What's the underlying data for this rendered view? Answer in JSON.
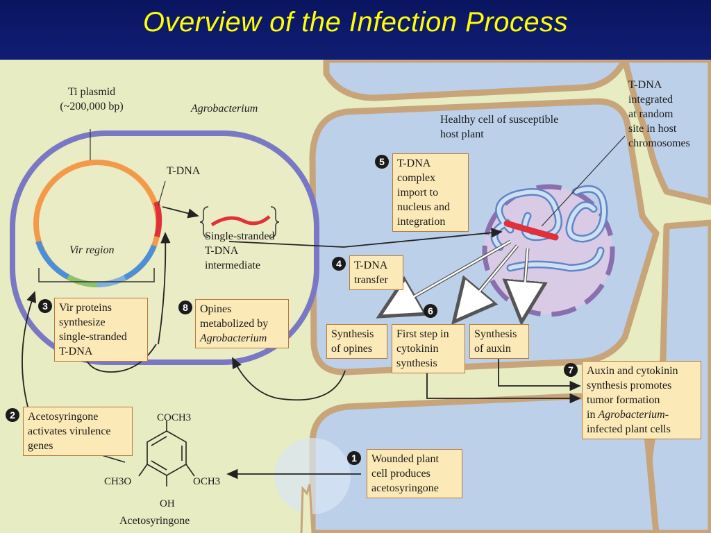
{
  "slide": {
    "title": "Overview of the Infection Process"
  },
  "labels": {
    "ti_plasmid": "Ti plasmid",
    "ti_plasmid_size": "(~200,000 bp)",
    "agrobacterium": "Agrobacterium",
    "tdna": "T-DNA",
    "vir_region": "Vir region",
    "single_stranded_1": "Single-stranded",
    "single_stranded_2": "T-DNA",
    "single_stranded_3": "intermediate",
    "healthy_cell_1": "Healthy cell of susceptible",
    "healthy_cell_2": "host plant",
    "integrated_1": "T-DNA",
    "integrated_2": "integrated",
    "integrated_3": "at random",
    "integrated_4": "site in host",
    "integrated_5": "chromosomes",
    "acetosyringone_name": "Acetosyringone",
    "coch3": "COCH3",
    "ch3o": "CH3O",
    "och3": "OCH3",
    "oh": "OH"
  },
  "steps": [
    {
      "number": "1",
      "lines": [
        "Wounded plant",
        "cell produces",
        "acetosyringone"
      ]
    },
    {
      "number": "2",
      "lines": [
        "Acetosyringone",
        "activates virulence",
        "genes"
      ]
    },
    {
      "number": "3",
      "lines": [
        "Vir proteins",
        "synthesize",
        "single-stranded",
        "T-DNA"
      ]
    },
    {
      "number": "4",
      "lines": [
        "T-DNA",
        "transfer"
      ]
    },
    {
      "number": "5",
      "lines": [
        "T-DNA",
        "complex",
        "import to",
        "nucleus and",
        "integration"
      ]
    },
    {
      "number": "6"
    },
    {
      "number": "7",
      "lines": [
        "Auxin and cytokinin",
        "synthesis promotes",
        "tumor formation",
        "in ",
        "Agrobacterium",
        "-",
        "infected plant cells"
      ]
    },
    {
      "number": "8",
      "lines": [
        "Opines",
        "metabolized by",
        "Agrobacterium"
      ]
    }
  ],
  "synthesis_boxes": [
    {
      "lines": [
        "Synthesis",
        "of opines"
      ]
    },
    {
      "lines": [
        "First step in",
        "cytokinin",
        "synthesis"
      ]
    },
    {
      "lines": [
        "Synthesis",
        "of auxin"
      ]
    }
  ],
  "colors": {
    "background": "#0b1766",
    "title_text": "#ffff00",
    "figure_background": "#e7ecc2",
    "plant_cell": "#bcd0ea",
    "cell_wall": "#c8a47a",
    "bacterium_outline": "#7a78c4",
    "plasmid_orange": "#f39a4a",
    "plasmid_blue": "#4d8fd6",
    "tdna_red": "#e0303a",
    "nucleus": "#d9cbe6",
    "box_fill": "#fbe9b7"
  }
}
